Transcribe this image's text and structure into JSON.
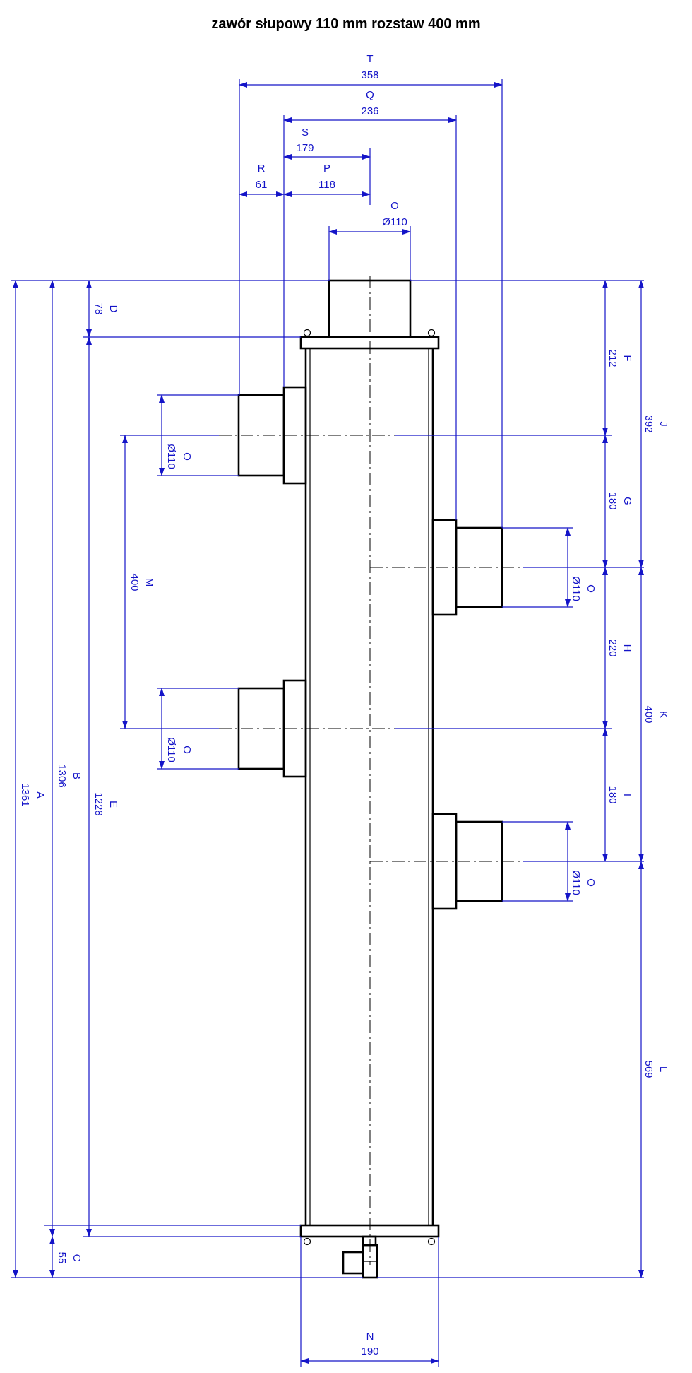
{
  "title": "zawór słupowy 110 mm rozstaw 400 mm",
  "dimensions": {
    "T": {
      "letter": "T",
      "value": "358"
    },
    "Q": {
      "letter": "Q",
      "value": "236"
    },
    "S": {
      "letter": "S",
      "value": "179"
    },
    "R": {
      "letter": "R",
      "value": "61"
    },
    "P": {
      "letter": "P",
      "value": "118"
    },
    "O_top": {
      "letter": "O",
      "value": "Ø110"
    },
    "A": {
      "letter": "A",
      "value": "1361"
    },
    "B": {
      "letter": "B",
      "value": "1306"
    },
    "E": {
      "letter": "E",
      "value": "1228"
    },
    "D": {
      "letter": "D",
      "value": "78"
    },
    "C": {
      "letter": "C",
      "value": "55"
    },
    "M": {
      "letter": "M",
      "value": "400"
    },
    "O_left1": {
      "letter": "O",
      "value": "Ø110"
    },
    "O_left2": {
      "letter": "O",
      "value": "Ø110"
    },
    "O_right1": {
      "letter": "O",
      "value": "Ø110"
    },
    "O_right2": {
      "letter": "O",
      "value": "Ø110"
    },
    "F": {
      "letter": "F",
      "value": "212"
    },
    "G": {
      "letter": "G",
      "value": "180"
    },
    "H": {
      "letter": "H",
      "value": "220"
    },
    "I": {
      "letter": "I",
      "value": "180"
    },
    "J": {
      "letter": "J",
      "value": "392"
    },
    "K": {
      "letter": "K",
      "value": "400"
    },
    "L": {
      "letter": "L",
      "value": "569"
    },
    "N": {
      "letter": "N",
      "value": "190"
    }
  },
  "colors": {
    "dimension": "#1414c8",
    "outline": "#000000",
    "background": "#ffffff"
  }
}
